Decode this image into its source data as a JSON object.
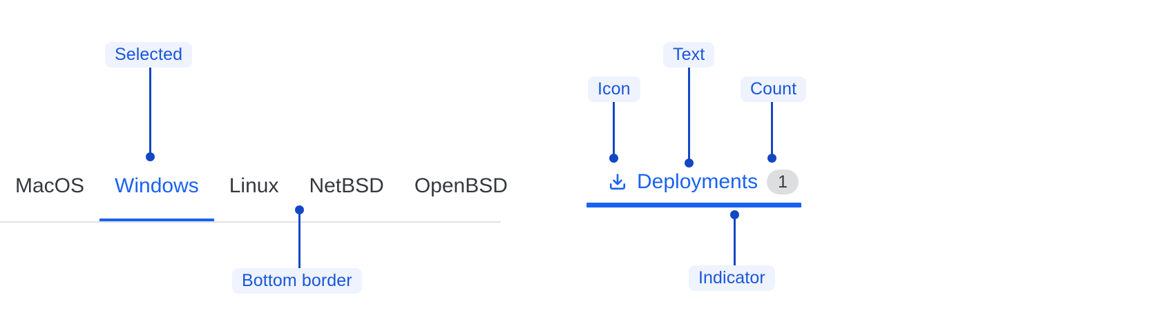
{
  "left_panel": {
    "tabs": [
      {
        "label": "MacOS",
        "selected": false
      },
      {
        "label": "Windows",
        "selected": true
      },
      {
        "label": "Linux",
        "selected": false
      },
      {
        "label": "NetBSD",
        "selected": false
      },
      {
        "label": "OpenBSD",
        "selected": false
      }
    ],
    "annotations": {
      "selected": "Selected",
      "bottom_border": "Bottom border"
    }
  },
  "right_panel": {
    "tab": {
      "icon": "download-icon",
      "label": "Deployments",
      "count": "1",
      "selected": true
    },
    "annotations": {
      "icon": "Icon",
      "text": "Text",
      "count": "Count",
      "indicator": "Indicator"
    }
  },
  "colors": {
    "accent": "#1a62f2",
    "annotation_text": "#1347c4",
    "annotation_bg": "#eef3fd",
    "tab_text": "#35383d",
    "rule": "#dfe1e4",
    "badge_bg": "#dcdee0"
  }
}
